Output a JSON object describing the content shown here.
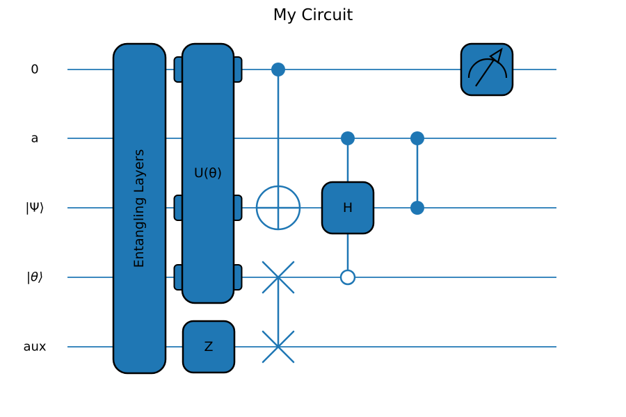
{
  "title": "My Circuit",
  "colors": {
    "gate_fill": "#1f77b4",
    "gate_edge": "#000000",
    "wire": "#1f77b4",
    "text": "#000000",
    "background": "#ffffff"
  },
  "wires": [
    {
      "label": "0"
    },
    {
      "label": "a"
    },
    {
      "label": "|Ψ⟩"
    },
    {
      "label": "|θ⟩"
    },
    {
      "label": "aux"
    }
  ],
  "gates": [
    {
      "type": "multi-qubit-box",
      "label": "Entangling Layers",
      "wires": [
        "0",
        "a",
        "|Ψ⟩",
        "|θ⟩",
        "aux"
      ],
      "column": 1
    },
    {
      "type": "multi-qubit-box",
      "label": "U(θ)",
      "wires": [
        "0",
        "|Ψ⟩",
        "|θ⟩"
      ],
      "column": 2
    },
    {
      "type": "single-qubit-box",
      "label": "Z",
      "wires": [
        "aux"
      ],
      "column": 2
    },
    {
      "type": "cnot",
      "control_wires": [
        "0"
      ],
      "target_wire": "|Ψ⟩",
      "column": 3
    },
    {
      "type": "swap",
      "wires": [
        "|θ⟩",
        "aux"
      ],
      "column": 3
    },
    {
      "type": "controlled-box",
      "label": "H",
      "control_wires": [
        "a"
      ],
      "open_control_wires": [
        "|θ⟩"
      ],
      "target_wire": "|Ψ⟩",
      "column": 4
    },
    {
      "type": "cz",
      "wires": [
        "a",
        "|Ψ⟩"
      ],
      "column": 5
    },
    {
      "type": "measurement",
      "wires": [
        "0"
      ],
      "column": 6
    }
  ]
}
